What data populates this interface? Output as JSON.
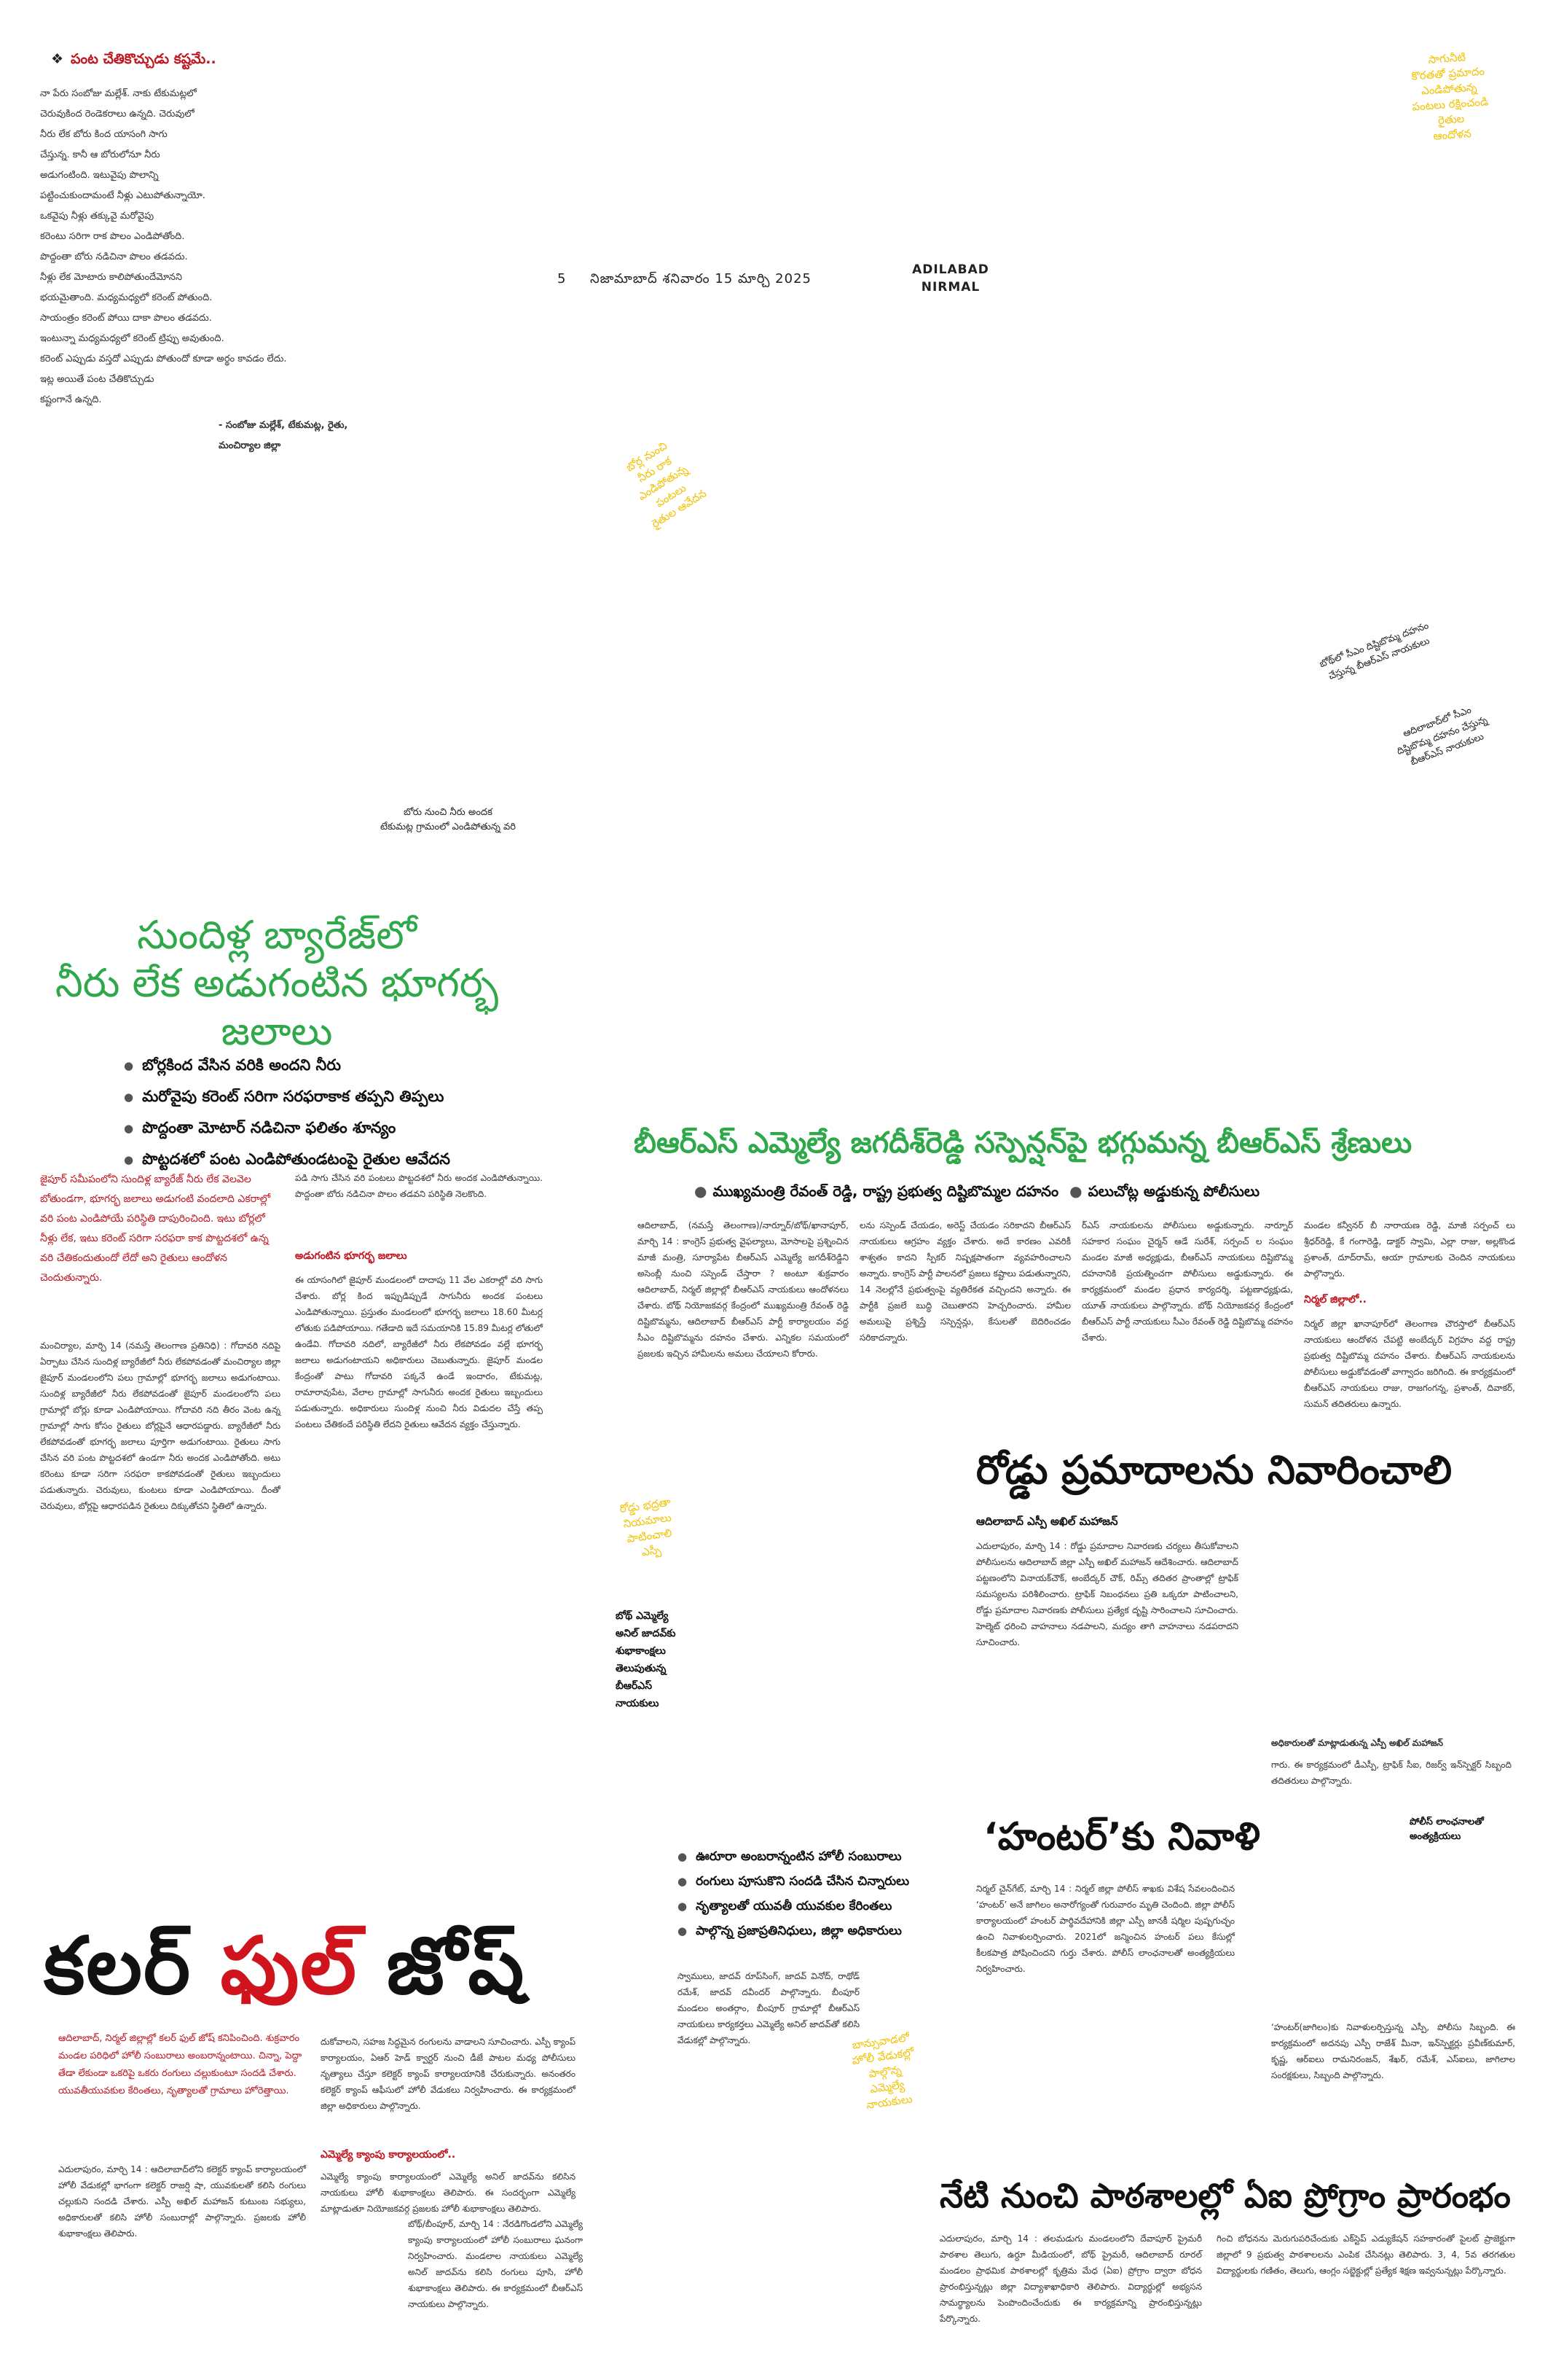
{
  "poem": {
    "title": "పంట చేతికొచ్చుడు కష్టమే..",
    "marker": "❖",
    "lines": "నా పేరు సంబోజు మల్లేశ్. నాకు టేకుమట్లలో\nచెరువుకింద రెండెకరాలు ఉన్నది. చెరువులో\nనీరు లేక బోరు కింద యాసంగి సాగు\nచేస్తున్న. కానీ ఆ బోరులోనూ నీరు\nఅడుగంటింది. ఇటువైపు పొలాన్ని\nపట్టించుకుందామంటే నీళ్లు ఎటుపోతున్నాయో.\nఒకవైపు నీళ్లు తక్కువై మరోవైపు\nకరెంటు సరిగా రాక పొలం ఎండిపోతోంది.\nపొద్దంతా బోరు నడిచినా పొలం తడవదు.\nనీళ్లు లేక మోటారు కాలిపోతుందేమోనని\nభయమైతాంది. మధ్యమధ్యలో కరెంట్ పోతుంది.\nసాయంత్రం కరెంట్ పోయి దాకా పొలం తడవదు.\nఇంటున్నా మధ్యమధ్యలో కరెంట్ ట్రిప్పు అవుతుంది.\nకరెంట్ ఎప్పుడు వస్తదో ఎప్పుడు పోతుందో కూడా అర్థం కావడం లేదు.\nఇట్ల అయితే పంట చేతికొచ్చుడు\nకష్టంగానే ఉన్నది.",
    "attribution": "- సంబోజు మల్లేశ్, టేకుమట్ల, రైతు,\nమంచిర్యాల జిల్లా"
  },
  "masthead": {
    "page_no": "5",
    "place_date": "నిజామాబాద్ శనివారం 15 మార్చి 2025",
    "edition_line1": "ADILABAD",
    "edition_line2": "NIRMAL"
  },
  "yellow_notes": {
    "top_right": "సాగునీటి\nకొరతతో ప్రమాదం\nఎండిపోతున్న\nపంటలు రక్షించండి\nరైతుల\nఆందోళన",
    "middle": "బోర్ల నుంచి\nనీరు రాక\nఎండిపోతున్న\nపంటలు\nరైతుల ఆవేదన",
    "road": "రోడ్డు భద్రతా\nనియమాలు\nపాటించాలి\nఎస్పీ",
    "colour": "బాన్సువాడలో\nహోలీ వేడుకల్లో\nపాల్గొన్న\nఎమ్మెల్యే\nనాయకులు"
  },
  "rotated_captions": {
    "one": "బోథ్‌లో సీఎం దిష్టిబొమ్మ దహనం\nచేస్తున్న బీఆర్ఎస్ నాయకులు",
    "two": "ఆదిలాబాద్‌లో సీఎం\nదిష్టిబొమ్మ దహనం చేస్తున్న\nబీఆర్ఎస్ నాయకులు"
  },
  "photo_caption": {
    "line1": "బోరు నుంచి నీరు అందక",
    "line2": "టేకుమట్ల గ్రామంలో ఎండిపోతున్న వరి"
  },
  "barrage": {
    "headline_1": "సుందిళ్ల బ్యారేజ్‌లో",
    "headline_2": "నీరు లేక అడుగంటిన భూగర్భ జలాలు",
    "bullets": [
      "బోర్లకింద వేసిన వరికి అందని నీరు",
      "మరోవైపు కరెంట్ సరిగా సరఫరాకాక తప్పని తిప్పలు",
      "పొద్దంతా మోటార్ నడిచినా ఫలితం శూన్యం",
      "పొట్టదశలో పంట ఎండిపోతుండటంపై రైతుల ఆవేదన"
    ],
    "intro": "జైపూర్ సమీపంలోని సుందిళ్ల బ్యారేజ్ నీరు లేక వెలవెల బోతుండగా, భూగర్భ జలాలు అడుగంటి వందలాది ఎకరాల్లో వరి పంట ఎండిపోయే పరిస్థితి దాపురించింది. ఇటు బోర్లలో నీళ్లు లేక, ఇటు కరెంట్ సరిగా సరఫరా కాక పొట్టదశలో ఉన్న వరి చేతికందుతుందో లేదో అని రైతులు ఆందోళన చెందుతున్నారు.",
    "body_1": "మంచిర్యాల, మార్చి 14 (నమస్తే తెలంగాణ ప్రతినిధి) : గోదావరి నదిపై ఏర్పాటు చేసిన సుందిళ్ల బ్యారేజీలో నీరు లేకపోవడంతో మంచిర్యాల జిల్లా జైపూర్ మండలంలోని పలు గ్రామాల్లో భూగర్భ జలాలు అడుగంటాయి. సుందిళ్ల బ్యారేజీలో నీరు లేకపోవడంతో జైపూర్ మండలంలోని పలు గ్రామాల్లో బోర్లు కూడా ఎండిపోయాయి. గోదావరి నది తీరం వెంట ఉన్న గ్రామాల్లో సాగు కోసం రైతులు బోర్లపైనే ఆధారపడ్డారు. బ్యారేజీలో నీరు లేకపోవడంతో భూగర్భ జలాలు పూర్తిగా అడుగంటాయి. రైతులు సాగు చేసిన వరి పంట పొట్టదశలో ఉండగా నీరు అందక ఎండిపోతోంది. అటు కరెంటు కూడా సరిగా సరఫరా కాకపోవడంతో రైతులు ఇబ్బందులు పడుతున్నారు. చెరువులు, కుంటలు కూడా ఎండిపోయాయి. దీంతో చెరువులు, బోర్లపై ఆధారపడిన రైతులు దిక్కుతోచని స్థితిలో ఉన్నారు.",
    "body_2": "పడి సాగు చేసిన వరి పంటలు పొట్టదశలో నీరు అందక ఎండిపోతున్నాయి. పొద్దంతా బోరు నడిచినా పొలం తడవని పరిస్థితి నెలకొంది.",
    "subhead": "అడుగంటిన భూగర్భ జలాలు",
    "body_3": "ఈ యాసంగిలో జైపూర్ మండలంలో దాదాపు 11 వేల ఎకరాల్లో వరి సాగు చేశారు. బోర్ల కింద ఇప్పుడిప్పుడే సాగునీరు అందక పంటలు ఎండిపోతున్నాయి. ప్రస్తుతం మండలంలో భూగర్భ జలాలు 18.60 మీటర్ల లోతుకు పడిపోయాయి. గతేడాది ఇదే సమయానికి 15.89 మీటర్ల లోతులో ఉండేవి. గోదావరి నదిలో, బ్యారేజీలో నీరు లేకపోవడం వల్లే భూగర్భ జలాలు అడుగంటాయని అధికారులు చెబుతున్నారు. జైపూర్ మండల కేంద్రంతో పాటు గోదావరి పక్కనే ఉండే ఇందారం, టేకుమట్ల, రామారావుపేట, వేలాల గ్రామాల్లో సాగునీరు అందక రైతులు ఇబ్బందులు పడుతున్నారు. అధికారులు సుందిళ్ల నుంచి నీరు విడుదల చేస్తే తప్ప పంటలు చేతికందే పరిస్థితి లేదని రైతులు ఆవేదన వ్యక్తం చేస్తున్నారు."
  },
  "brs": {
    "headline": "బీఆర్ఎస్ ఎమ్మెల్యే జగదీశ్‌రెడ్డి సస్పెన్షన్‌పై భగ్గుమన్న బీఆర్ఎస్ శ్రేణులు",
    "deck_1": "ముఖ్యమంత్రి రేవంత్ రెడ్డి, రాష్ట్ర ప్రభుత్వ దిష్టిబొమ్మల దహనం",
    "deck_2": "పలుచోట్ల అడ్డుకున్న పోలీసులు",
    "body_1": "ఆదిలాబాద్, (నమస్తే తెలంగాణ)/నార్నూర్/బోథ్/ఖానాపూర్, మార్చి 14 : కాంగ్రెస్ ప్రభుత్వ వైఫల్యాలు, మోసాలపై ప్రశ్నించిన మాజీ మంత్రి, సూర్యాపేట బీఆర్ఎస్ ఎమ్మెల్యే జగదీశ్‌రెడ్డిని అసెంబ్లీ నుంచి సస్పెండ్ చేస్తారా ? అంటూ శుక్రవారం ఆదిలాబాద్, నిర్మల్ జిల్లాల్లో బీఆర్ఎస్ నాయకులు ఆందోళనలు చేశారు. బోథ్ నియోజకవర్గ కేంద్రంలో ముఖ్యమంత్రి రేవంత్ రెడ్డి దిష్టిబొమ్మను, ఆదిలాబాద్ బీఆర్ఎస్ పార్టీ కార్యాలయం వద్ద సీఎం దిష్టిబొమ్మను దహనం చేశారు. ఎన్నికల సమయంలో ప్రజలకు ఇచ్చిన హామీలను అమలు చేయాలని కోరారు.",
    "body_2": "లను సస్పెండ్ చేయడం, అరెస్ట్ చేయడం సరికాదని బీఆర్ఎస్ నాయకులు ఆగ్రహం వ్యక్తం చేశారు. అదే కారణం ఎవరికీ శాశ్వతం కాదని స్పీకర్ నిష్పక్షపాతంగా వ్యవహరించాలని అన్నారు. కాంగ్రెస్ పార్టీ పాలనలో ప్రజలు కష్టాలు పడుతున్నారని, 14 నెలల్లోనే ప్రభుత్వంపై వ్యతిరేకత వచ్చిందని అన్నారు. ఈ పార్టీకి ప్రజలే బుద్ధి చెబుతారని హెచ్చరించారు. హామీల అమలుపై ప్రశ్నిస్తే సస్పెన్షన్లు, కేసులతో బెదిరించడం సరికాదన్నారు.",
    "body_3": "ర్ఎస్ నాయకులను పోలీసులు అడ్డుకున్నారు. నార్నూర్ సహకార సంఘం చైర్మన్ ఆడే సురేశ్, సర్పంచ్ ల సంఘం మండల మాజీ అధ్యక్షుడు, బీఆర్ఎస్ నాయకులు దిష్టిబొమ్మ దహనానికి ప్రయత్నించగా పోలీసులు అడ్డుకున్నారు. ఈ కార్యక్రమంలో మండల ప్రధాన కార్యదర్శి, పట్టణాధ్యక్షుడు, యూత్ నాయకులు పాల్గొన్నారు. బోథ్ నియోజకవర్గ కేంద్రంలో బీఆర్ఎస్ పార్టీ నాయకులు సీఎం రేవంత్ రెడ్డి దిష్టిబొమ్మ దహనం చేశారు.",
    "body_4": "మండల కన్వీనర్ బీ నారాయణ రెడ్డి, మాజీ సర్పంచ్ లు శ్రీధర్‌రెడ్డి, కే గంగారెడ్డి, డాక్టర్ స్వామి, ఎల్లా రాజు, అల్లకొండ ప్రశాంత్, దూద్‌రామ్, ఆయా గ్రామాలకు చెందిన నాయకులు పాల్గొన్నారు.",
    "subhead": "నిర్మల్ జిల్లాలో..",
    "body_5": "నిర్మల్ జిల్లా ఖానాపూర్‌లో తెలంగాణ చౌరస్తాలో బీఆర్ఎస్ నాయకులు ఆందోళన చేపట్టి అంబేద్కర్ విగ్రహం వద్ద రాష్ట్ర ప్రభుత్వ దిష్టిబొమ్మ దహనం చేశారు. బీఆర్ఎస్ నాయకులను పోలీసులు అడ్డుకోవడంతో వాగ్వాదం జరిగింది. ఈ కార్యక్రమంలో బీఆర్ఎస్ నాయకులు రాజు, రాజగంగన్న, ప్రశాంత్, దివాకర్, సుమన్ తదితరులు ఉన్నారు."
  },
  "road": {
    "headline": "రోడ్డు ప్రమాదాలను నివారించాలి",
    "byline": "ఆదిలాబాద్ ఎస్పీ అఖిల్ మహాజన్",
    "body_1": "ఎదులాపురం, మార్చి 14 : రోడ్డు ప్రమాదాల నివారణకు చర్యలు తీసుకోవాలని పోలీసులను ఆదిలాబాద్ జిల్లా ఎస్పీ అఖిల్ మహాజన్ ఆదేశించారు. ఆదిలాబాద్ పట్టణంలోని వినాయక్‌చౌక్, అంబేద్కర్ చౌక్, రిమ్స్ తదితర ప్రాంతాల్లో ట్రాఫిక్ సమస్యలను పరిశీలించారు. ట్రాఫిక్ నిబంధనలు ప్రతి ఒక్కరూ పాటించాలని, రోడ్డు ప్రమాదాల నివారణకు పోలీసులు ప్రత్యేక దృష్టి సారించాలని సూచించారు. హెల్మెట్ ధరించి వాహనాలు నడపాలని, మద్యం తాగి వాహనాలు నడపరాదని సూచించారు.",
    "caption": "అధికారులతో మాట్లాడుతున్న ఎస్పీ అఖిల్ మహాజన్",
    "body_2": "గారు. ఈ కార్యక్రమంలో డీఎస్పీ, ట్రాఫిక్ సీఐ, రిజర్వ్ ఇన్‌స్పెక్టర్ సిబ్బంది తదితరులు పాల్గొన్నారు."
  },
  "bodh_mla": "బోథ్ ఎమ్మెల్యే\nఅనిల్ జాదవ్‌కు\nశుభాకాంక్షలు\nతెలుపుతున్న\nబీఆర్ఎస్\nనాయకులు",
  "hunter": {
    "headline": "‘హంటర్’కు నివాళి",
    "side_caption": "పోలీస్ లాంఛనాలతో\nఅంత్యక్రియలు",
    "body_1": "నిర్మల్ చైన్‌గేట్, మార్చి 14 : నిర్మల్ జిల్లా పోలీస్ శాఖకు విశేష సేవలందించిన ‘హంటర్’ అనే జాగిలం అనారోగ్యంతో గురువారం మృతి చెందింది. జిల్లా పోలీస్ కార్యాలయంలో హంటర్ పార్థివదేహానికి జిల్లా ఎస్పీ జానకీ షర్మిల పుష్పగుచ్ఛం ఉంచి నివాళులర్పించారు. 2021లో జన్మించిన హంటర్ పలు కేసుల్లో కీలకపాత్ర పోషించిందని గుర్తు చేశారు. పోలీస్ లాంఛనాలతో అంత్యక్రియలు నిర్వహించారు.",
    "body_2": "‘హంటర్(జాగిలం)కు నివాళులర్పిస్తున్న ఎస్పీ, పోలీసు సిబ్బంది. ఈ కార్యక్రమంలో అదనపు ఎస్పీ రాజేశ్ మీనా, ఇన్‌స్పెక్టర్లు ప్రవీణ్‌కుమార్, కృష్ణ, ఆర్‌ఐలు రామనిరంజన్, శేఖర్, రమేశ్, ఎస్‌ఐలు, జాగిలాల సంరక్షకులు, సిబ్బంది పాల్గొన్నారు."
  },
  "holi": {
    "bullets": [
      "ఊరూరా అంబరాన్నంటిన హోలీ సంబురాలు",
      "రంగులు పూసుకొని సందడి చేసిన చిన్నారులు",
      "నృత్యాలతో యువతీ యువకుల కేరింతలు",
      "పాల్గొన్న ప్రజాప్రతినిధులు, జిల్లా అధికారులు"
    ],
    "headline_part1": "కలర్ ",
    "headline_part2": "ఫుల్",
    "headline_part3": " జోష్",
    "intro": "ఆదిలాబాద్, నిర్మల్ జిల్లాల్లో కలర్ ఫుల్ జోష్ కనిపించింది. శుక్రవారం మండల పరిధిలో హోలీ సంబురాలు అంబరాన్నంటాయి. చిన్నా, పెద్దా తేడా లేకుండా ఒకరిపై ఒకరు రంగులు చల్లుకుంటూ సందడి చేశారు. యువతీయువకుల కేరింతలు, నృత్యాలతో గ్రామాలు హోరెత్తాయి.",
    "body_1": "ఎదులాపురం, మార్చి 14 : ఆదిలాబాద్‌లోని కలెక్టర్ క్యాంప్ కార్యాలయంలో హోలీ వేడుకల్లో భాగంగా కలెక్టర్ రాజర్షి షా, యువకులతో కలిసి రంగులు చల్లుకుని సందడి చేశారు. ఎస్పీ అఖిల్ మహాజన్ కుటుంబ సభ్యులు, అధికారులతో కలిసి హోలీ సంబురాల్లో పాల్గొన్నారు. ప్రజలకు హోలీ శుభాకాంక్షలు తెలిపారు.",
    "body_2": "దుకోవాలని, సహజ సిద్ధమైన రంగులను వాడాలని సూచించారు. ఎస్పీ క్యాంప్ కార్యాలయం, ఏఆర్ హెడ్ క్వార్టర్ నుంచి డీజే పాటల మధ్య పోలీసులు నృత్యాలు చేస్తూ కలెక్టర్ క్యాంప్ కార్యాలయానికి చేరుకున్నారు. అనంతరం కలెక్టర్ క్యాంప్ ఆఫీసులో హోలీ వేడుకలు నిర్వహించారు. ఈ కార్యక్రమంలో జిల్లా అధికారులు పాల్గొన్నారు.",
    "body_3": "ఎమ్మెల్యే క్యాంపు కార్యాలయంలో ఎమ్మెల్యే అనిల్ జాదవ్‌ను కలిసిన నాయకులు హోలీ శుభాకాంక్షలు తెలిపారు. ఈ సందర్భంగా ఎమ్మెల్యే మాట్లాడుతూ నియోజకవర్గ ప్రజలకు హోలీ శుభాకాంక్షలు తెలిపారు.",
    "subhead": "ఎమ్మెల్యే క్యాంపు కార్యాలయంలో..",
    "body_4": "బోథ్/బీంపూర్, మార్చి 14 : నేరడిగొండలోని ఎమ్మెల్యే క్యాంపు కార్యాలయంలో హోలీ సంబురాలు ఘనంగా నిర్వహించారు. మండలాల నాయకులు ఎమ్మెల్యే అనిల్ జాదవ్‌ను కలిసి రంగులు పూసి, హోలీ శుభాకాంక్షలు తెలిపారు. ఈ కార్యక్రమంలో బీఆర్ఎస్ నాయకులు పాల్గొన్నారు.",
    "body_5": "స్వాములు, జాదవ్ రూప్‌సింగ్, జాదవ్ వినోద్, రాథోడ్ రమేశ్, జాదవ్ దవీందర్ పాల్గొన్నారు. బీంపూర్ మండలం అంతర్గాం, బీంపూర్ గ్రామాల్లో బీఆర్ఎస్ నాయకులు కార్యకర్తలు ఎమ్మెల్యే అనిల్ జాదవ్‌తో కలిసి వేడుకల్లో పాల్గొన్నారు."
  },
  "school": {
    "headline": "నేటి నుంచి పాఠశాలల్లో ఏఐ ప్రోగ్రాం ప్రారంభం",
    "body_1": "ఎదులాపురం, మార్చి 14 : తలమడుగు మండలంలోని దేవాపూర్ ప్రైమరీ పాఠశాల తెలుగు, ఉర్దూ మీడియంలో, బోథ్ ప్రైమరీ, ఆదిలాబాద్ రూరల్ మండలం ప్రాథమిక పాఠశాలల్లో కృత్రిమ మేధ (ఏఐ) ప్రోగ్రాం ద్వారా బోధన ప్రారంభిస్తున్నట్లు జిల్లా విద్యాశాఖాధికారి తెలిపారు. విద్యార్థుల్లో అభ్యసన సామర్థ్యాలను పెంపొందించేందుకు ఈ కార్యక్రమాన్ని ప్రారంభిస్తున్నట్లు పేర్కొన్నారు.",
    "body_2": "గించి బోధనను మెరుగుపరిచేందుకు ఎక్‌స్టెప్ ఎడ్యుకేషన్ సహకారంతో పైలట్ ప్రాజెక్టుగా జిల్లాలో 9 ప్రభుత్వ పాఠశాలలను ఎంపిక చేసినట్లు తెలిపారు. 3, 4, 5వ తరగతుల విద్యార్థులకు గణితం, తెలుగు, ఆంగ్లం సబ్జెక్టుల్లో ప్రత్యేక శిక్షణ ఇవ్వనున్నట్లు పేర్కొన్నారు."
  }
}
